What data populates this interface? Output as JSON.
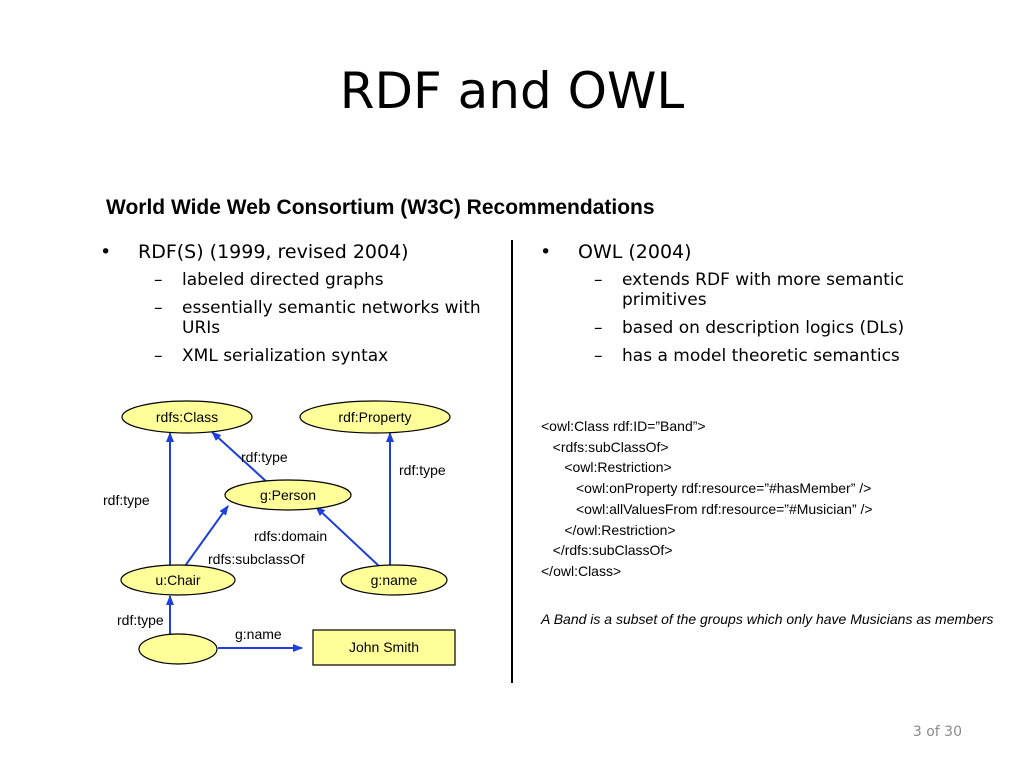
{
  "slide": {
    "title": "RDF and OWL",
    "subtitle": "World Wide Web Consortium (W3C) Recommendations",
    "page_number": "3 of 30"
  },
  "left": {
    "bullet": "RDF(S) (1999, revised 2004)",
    "subs": [
      "labeled directed graphs",
      "essentially semantic networks with URIs",
      "XML serialization syntax"
    ]
  },
  "right": {
    "bullet": "OWL (2004)",
    "subs": [
      "extends RDF with more semantic primitives",
      "based on description logics (DLs)",
      "has a model theoretic semantics"
    ],
    "code": [
      "<owl:Class rdf:ID=”Band”>",
      "   <rdfs:subClassOf>",
      "      <owl:Restriction>",
      "         <owl:onProperty rdf:resource=”#hasMember” />",
      "         <owl:allValuesFrom rdf:resource=”#Musician” />",
      "      </owl:Restriction>",
      "   </rdfs:subClassOf>",
      "</owl:Class>"
    ],
    "note": "A Band is a subset of the groups which only have Musicians as members"
  },
  "diagram": {
    "colors": {
      "node_fill": "#ffff99",
      "arrow": "#1f3fdc"
    },
    "nodes": {
      "rdfs_class": "rdfs:Class",
      "rdf_property": "rdf:Property",
      "g_person": "g:Person",
      "u_chair": "u:Chair",
      "g_name": "g:name",
      "john_smith": "John Smith"
    },
    "edges": {
      "person_type": "rdf:type",
      "name_type": "rdf:type",
      "chair_type": "rdf:type",
      "domain": "rdfs:domain",
      "subclass": "rdfs:subclassOf",
      "blank_type": "rdf:type",
      "blank_name": "g:name"
    }
  }
}
